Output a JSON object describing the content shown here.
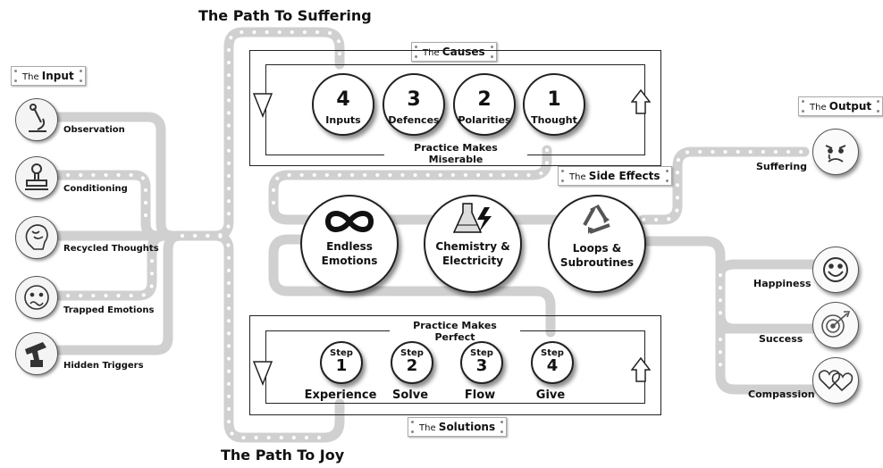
{
  "titles": {
    "top": "The Path To Suffering",
    "bottom": "The Path To Joy"
  },
  "tags": {
    "input": {
      "prefix": "The",
      "word": "Input"
    },
    "causes": {
      "prefix": "The",
      "word": "Causes"
    },
    "output": {
      "prefix": "The",
      "word": "Output"
    },
    "side_effects": {
      "prefix": "The",
      "word": "Side Effects"
    },
    "solutions": {
      "prefix": "The",
      "word": "Solutions"
    }
  },
  "inputs": [
    {
      "label": "Observation",
      "icon": "microscope-icon"
    },
    {
      "label": "Conditioning",
      "icon": "stamp-icon"
    },
    {
      "label": "Recycled Thoughts",
      "icon": "brain-icon"
    },
    {
      "label": "Trapped Emotions",
      "icon": "trapped-face-icon"
    },
    {
      "label": "Hidden Triggers",
      "icon": "trigger-icon"
    }
  ],
  "causes": {
    "caption": "Practice Makes Miserable",
    "items": [
      {
        "num": "4",
        "label": "Inputs"
      },
      {
        "num": "3",
        "label": "Defences"
      },
      {
        "num": "2",
        "label": "Polarities"
      },
      {
        "num": "1",
        "label": "Thought"
      }
    ]
  },
  "side_effects": [
    {
      "label1": "Endless",
      "label2": "Emotions",
      "icon": "infinity-icon"
    },
    {
      "label1": "Chemistry &",
      "label2": "Electricity",
      "icon": "flask-lightning-icon"
    },
    {
      "label1": "Loops &",
      "label2": "Subroutines",
      "icon": "recycle-icon"
    }
  ],
  "solutions": {
    "caption": "Practice Makes Perfect",
    "step_word": "Step",
    "items": [
      {
        "num": "1",
        "label": "Experience"
      },
      {
        "num": "2",
        "label": "Solve"
      },
      {
        "num": "3",
        "label": "Flow"
      },
      {
        "num": "4",
        "label": "Give"
      }
    ]
  },
  "outputs": [
    {
      "label": "Suffering",
      "icon": "sad-face-icon"
    },
    {
      "label": "Happiness",
      "icon": "happy-face-icon"
    },
    {
      "label": "Success",
      "icon": "target-icon"
    },
    {
      "label": "Compassion",
      "icon": "hearts-icon"
    }
  ],
  "colors": {
    "track": "#d0d0d0",
    "track_dots": "#ffffff",
    "ink": "#222222"
  }
}
